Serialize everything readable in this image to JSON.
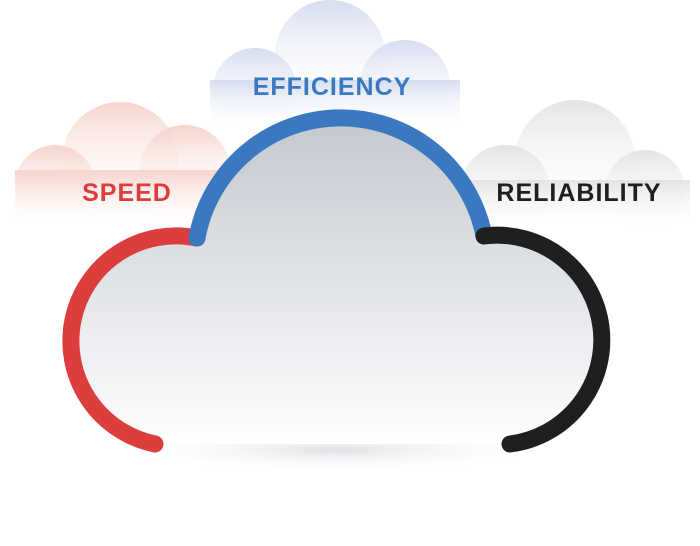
{
  "labels": {
    "speed": "SPEED",
    "efficiency": "EFFICIENCY",
    "reliability": "RELIABILITY"
  },
  "colors": {
    "speed": "#dc3d3d",
    "efficiency": "#3a79c0",
    "reliability": "#1f1f1f",
    "speed_cloud_tint": "#f6d3cc",
    "efficiency_cloud_tint": "#d6dcf0",
    "reliability_cloud_tint": "#e2e3e4",
    "main_cloud_top": "#c4c9cf",
    "main_cloud_bottom": "#ffffff"
  }
}
